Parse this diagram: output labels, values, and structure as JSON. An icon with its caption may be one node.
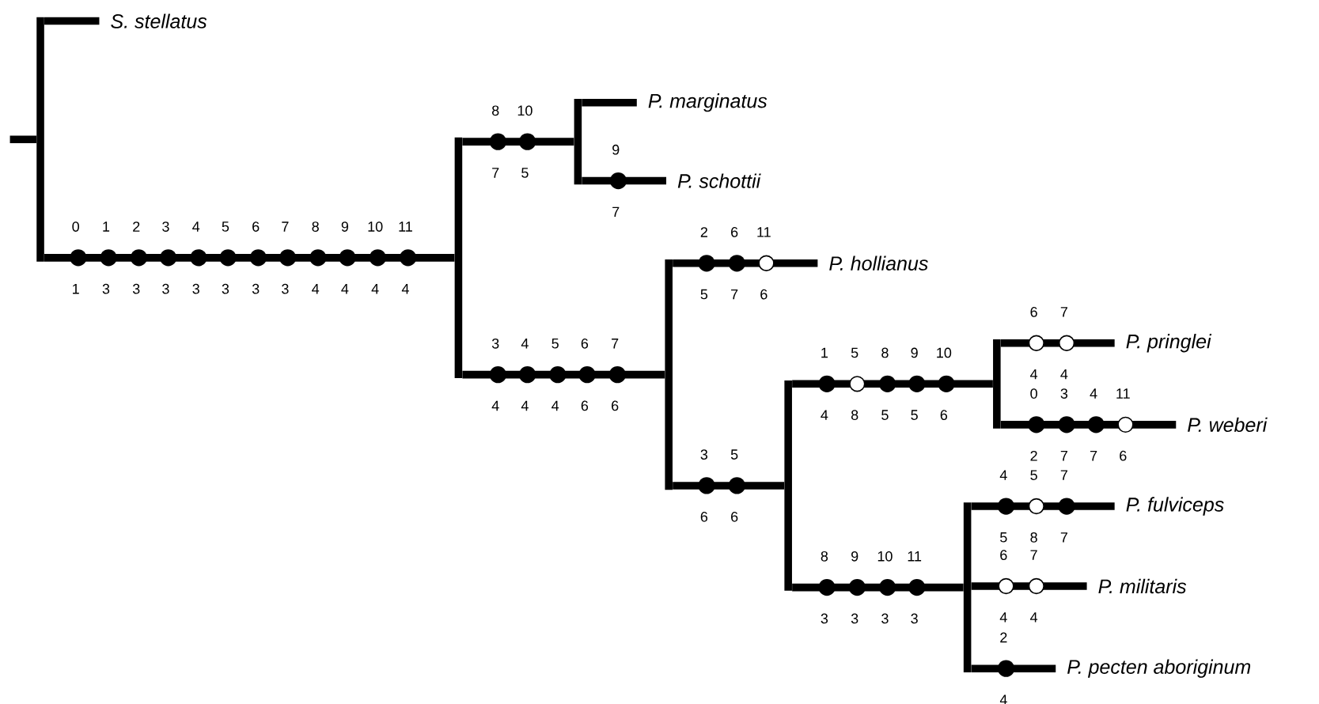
{
  "diagram": {
    "nodes": [
      {
        "text": [],
        "shape": "bar"
      },
      {
        "text": [
          "S. stellatus"
        ]
      },
      {
        "text": [],
        "shape": "bar"
      },
      {
        "text": [],
        "shape": "bar"
      },
      {
        "text": [
          "P. marginatus"
        ]
      },
      {
        "text": [
          "P. schottii"
        ]
      },
      {
        "text": [],
        "shape": "bar"
      },
      {
        "text": [
          "P. hollianus"
        ]
      },
      {
        "text": [],
        "shape": "bar"
      },
      {
        "text": [],
        "shape": "bar"
      },
      {
        "text": [
          "P. pringlei"
        ]
      },
      {
        "text": [
          "P. weberi"
        ]
      },
      {
        "text": [],
        "shape": "bar"
      },
      {
        "text": [
          "P. fulviceps"
        ]
      },
      {
        "text": [
          "P. militaris"
        ]
      },
      {
        "text": [
          "P. pecten aboriginum"
        ]
      }
    ],
    "edges": [
      {
        "from": null,
        "to": 0,
        "arrow": "none"
      },
      {
        "from": 0,
        "to": 1,
        "arrow": "none"
      },
      {
        "from": 0,
        "to": 2,
        "arrow": "none"
      },
      {
        "from": 2,
        "to": 3,
        "arrow": "none"
      },
      {
        "from": 3,
        "to": 4,
        "arrow": "none"
      },
      {
        "from": 3,
        "to": 5,
        "arrow": "none"
      },
      {
        "from": 2,
        "to": 6,
        "arrow": "none"
      },
      {
        "from": 6,
        "to": 7,
        "arrow": "none"
      },
      {
        "from": 6,
        "to": 8,
        "arrow": "none"
      },
      {
        "from": 8,
        "to": 9,
        "arrow": "none"
      },
      {
        "from": 9,
        "to": 10,
        "arrow": "none"
      },
      {
        "from": 9,
        "to": 11,
        "arrow": "none"
      },
      {
        "from": 8,
        "to": 12,
        "arrow": "none"
      },
      {
        "from": 12,
        "to": 13,
        "arrow": "none"
      },
      {
        "from": 12,
        "to": 14,
        "arrow": "none"
      },
      {
        "from": 12,
        "to": 15,
        "arrow": "none"
      }
    ],
    "labels": [
      "0",
      "1",
      "2",
      "3",
      "4",
      "5",
      "6",
      "7",
      "8",
      "9",
      "10",
      "11",
      "1",
      "3",
      "3",
      "3",
      "3",
      "3",
      "3",
      "3",
      "4",
      "4",
      "4",
      "4",
      "8",
      "10",
      "7",
      "5",
      "9",
      "7",
      "3",
      "4",
      "5",
      "6",
      "7",
      "4",
      "4",
      "4",
      "6",
      "6",
      "2",
      "6",
      "11",
      "5",
      "7",
      "6",
      "3",
      "5",
      "6",
      "6",
      "1",
      "5",
      "8",
      "9",
      "10",
      "4",
      "8",
      "5",
      "5",
      "6",
      "6",
      "7",
      "4",
      "4",
      "0",
      "3",
      "4",
      "11",
      "2",
      "7",
      "7",
      "6",
      "8",
      "9",
      "10",
      "11",
      "3",
      "3",
      "3",
      "3",
      "4",
      "5",
      "7",
      "5",
      "8",
      "7",
      "6",
      "7",
      "4",
      "4",
      "2",
      "4"
    ]
  }
}
